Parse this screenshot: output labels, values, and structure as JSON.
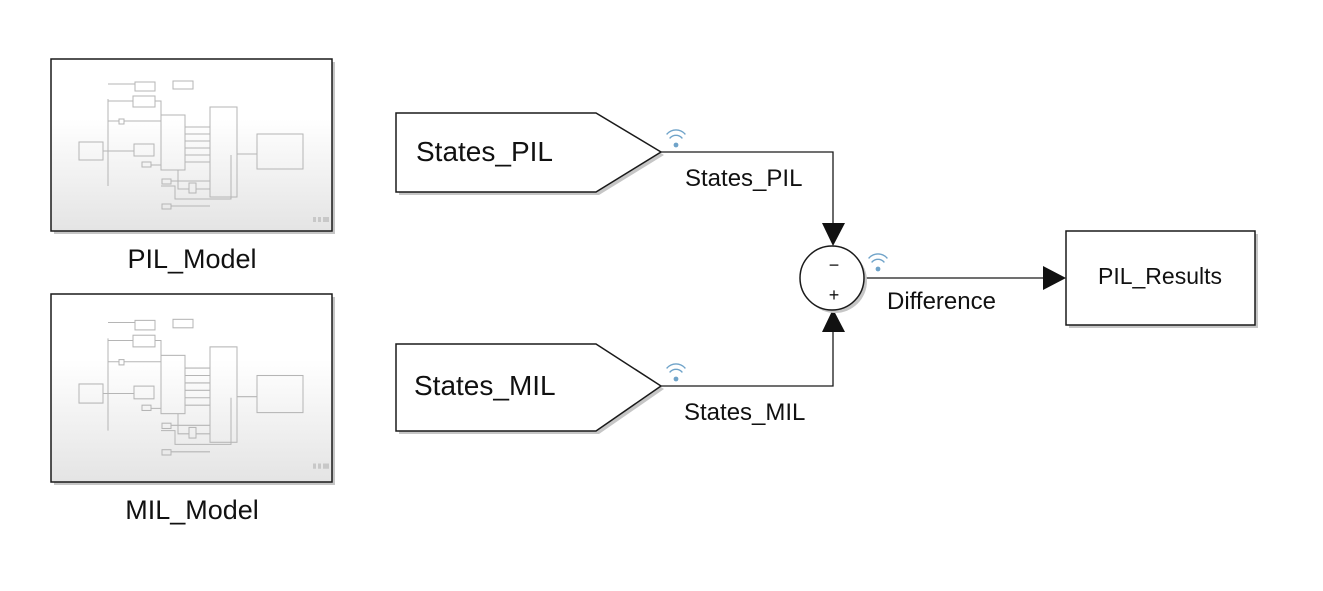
{
  "blocks": {
    "pil_model": {
      "label": "PIL_Model"
    },
    "mil_model": {
      "label": "MIL_Model"
    },
    "from_states_pil": {
      "label": "States_PIL"
    },
    "from_states_mil": {
      "label": "States_MIL"
    },
    "sum": {
      "top_sign": "−",
      "bottom_sign": "+"
    },
    "pil_results": {
      "label": "PIL_Results"
    }
  },
  "signals": {
    "states_pil": "States_PIL",
    "states_mil": "States_MIL",
    "difference": "Difference"
  },
  "colors": {
    "block_border": "#1a1a1a",
    "shadow": "#bfbfbf",
    "line": "#1a1a1a",
    "log_icon": "#6fa3c9",
    "model_gradient_top": "#ffffff",
    "model_gradient_bottom": "#e4e4e4",
    "thumbnail_lines": "#b5b5b5"
  },
  "icons": {
    "model_preview": "model-reference-thumbnail",
    "signal_logging": "signal-logging-icon"
  }
}
